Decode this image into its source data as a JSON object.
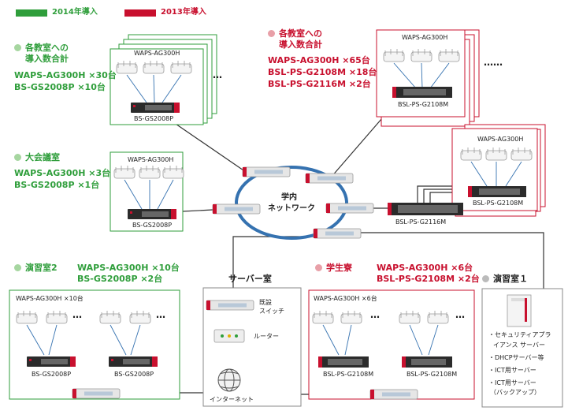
{
  "legend": {
    "y2014": {
      "label": "2014年導入",
      "color": "#2f9e3b"
    },
    "y2013": {
      "label": "2013年導入",
      "color": "#c8102e"
    }
  },
  "colors": {
    "green": "#2f9e3b",
    "red": "#c8102e",
    "blue": "#3572b0",
    "gray": "#888888"
  },
  "nodes": {
    "classrooms_2014": {
      "title_line1": "各教室への",
      "title_line2": "導入数合計",
      "detail_ap": "WAPS-AG300H ×30台",
      "detail_sw": "BS-GS2008P ×10台",
      "ap_label": "WAPS-AG300H",
      "switch_label": "BS-GS2008P",
      "ellipsis": "…"
    },
    "classrooms_2013": {
      "title_line1": "各教室への",
      "title_line2": "導入数合計",
      "detail_ap": "WAPS-AG300H ×65台",
      "detail_sw1": "BSL-PS-G2108M ×18台",
      "detail_sw2": "BSL-PS-G2116M ×2台",
      "ap_label": "WAPS-AG300H",
      "switch_label": "BSL-PS-G2108M",
      "ellipsis": "……"
    },
    "hall": {
      "title": "大会議室",
      "detail_ap": "WAPS-AG300H ×3台",
      "detail_sw": "BS-GS2008P ×1台",
      "ap_label": "WAPS-AG300H",
      "switch_label": "BS-GS2008P"
    },
    "core": {
      "label_line1": "学内",
      "label_line2": "ネットワーク",
      "switch16_label": "BSL-PS-G2116M",
      "red_group_ap_label": "WAPS-AG300H",
      "red_group_switch_label": "BSL-PS-G2108M"
    },
    "lab2": {
      "title": "演習室2",
      "detail_ap": "WAPS-AG300H ×10台",
      "detail_sw": "BS-GS2008P ×2台",
      "box_label": "WAPS-AG300H ×10台",
      "switch1_label": "BS-GS2008P",
      "switch2_label": "BS-GS2008P",
      "ellipsis": "…"
    },
    "server_room": {
      "title": "サーバー室",
      "existing_switch": "既設\nスイッチ",
      "existing_switch_l1": "既設",
      "existing_switch_l2": "スイッチ",
      "router": "ルーター",
      "internet": "インターネット"
    },
    "dorm": {
      "title": "学生寮",
      "detail_ap": "WAPS-AG300H ×6台",
      "detail_sw": "BSL-PS-G2108M ×2台",
      "box_label": "WAPS-AG300H ×6台",
      "switch1_label": "BSL-PS-G2108M",
      "switch2_label": "BSL-PS-G2108M",
      "ellipsis": "…"
    },
    "lab1": {
      "title": "演習室１",
      "items": [
        "・セキュリティアプラ",
        "イアンス サーバー",
        "・DHCPサーバー等",
        "・ICT用サーバー",
        "・ICT用サーバー",
        "（バックアップ）"
      ]
    }
  }
}
